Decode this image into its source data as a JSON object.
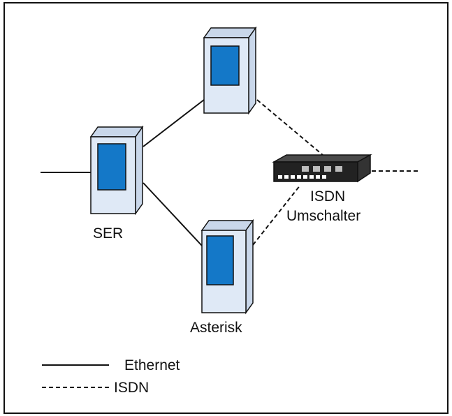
{
  "nodes": {
    "ser": {
      "label": "SER"
    },
    "server_top": {
      "label": ""
    },
    "asterisk": {
      "label": "Asterisk"
    },
    "switch": {
      "label_line1": "ISDN",
      "label_line2": "Umschalter"
    }
  },
  "legend": {
    "ethernet": "Ethernet",
    "isdn": "ISDN"
  },
  "colors": {
    "tower_face": "#dfe9f6",
    "tower_side": "#c9d7ea",
    "screen": "#1478c8",
    "switch_body": "#222222",
    "line": "#111111"
  }
}
